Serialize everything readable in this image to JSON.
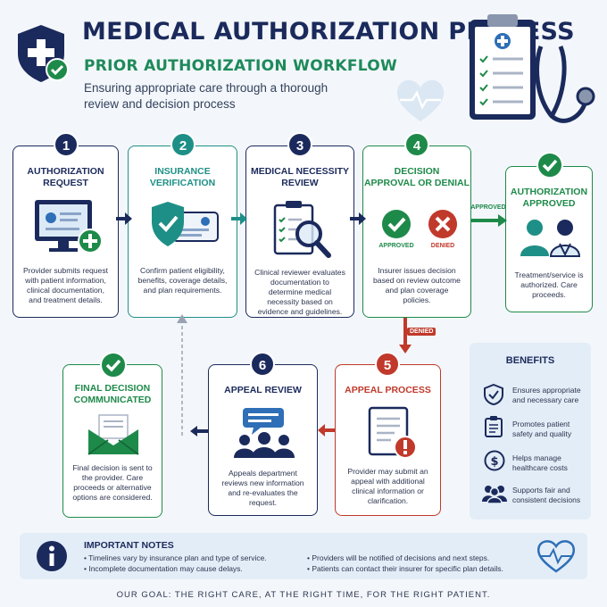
{
  "header": {
    "title": "MEDICAL AUTHORIZATION PROCESS",
    "subtitle": "PRIOR AUTHORIZATION WORKFLOW",
    "tagline": "Ensuring appropriate care through a thorough review and decision process"
  },
  "steps": [
    {
      "number": "1",
      "title": "AUTHORIZATION\nREQUEST",
      "description": "Provider submits request with patient information, clinical documentation, and treatment details."
    },
    {
      "number": "2",
      "title": "INSURANCE\nVERIFICATION",
      "description": "Confirm patient eligibility, benefits, coverage details, and plan requirements."
    },
    {
      "number": "3",
      "title": "MEDICAL NECESSITY\nREVIEW",
      "description": "Clinical reviewer evaluates documentation to determine medical necessity based on evidence and guidelines."
    },
    {
      "number": "4",
      "title": "DECISION\nAPPROVAL OR DENIAL",
      "description": "Insurer issues decision based on review outcome and plan coverage policies.",
      "approved_label": "APPROVED",
      "denied_label": "DENIED"
    },
    {
      "number": "5",
      "title": "APPEAL PROCESS",
      "description": "Provider may submit an appeal with additional clinical information or clarification."
    },
    {
      "number": "6",
      "title": "APPEAL REVIEW",
      "description": "Appeals department reviews new information and re-evaluates the request."
    }
  ],
  "approved_card": {
    "title": "AUTHORIZATION\nAPPROVED",
    "description": "Treatment/service is authorized. Care proceeds."
  },
  "final_card": {
    "title": "FINAL DECISION\nCOMMUNICATED",
    "description": "Final decision is sent to the provider. Care proceeds or alternative options are considered."
  },
  "arrows": {
    "approved": "APPROVED",
    "denied": "DENIED"
  },
  "benefits": {
    "title": "BENEFITS",
    "items": [
      "Ensures appropriate and necessary care",
      "Promotes patient safety and quality",
      "Helps manage healthcare costs",
      "Supports fair and consistent decisions"
    ]
  },
  "notes": {
    "title": "IMPORTANT NOTES",
    "items": [
      "• Timelines vary by insurance plan and type of service.",
      "• Incomplete documentation may cause delays.",
      "• Providers will be notified of decisions and next steps.",
      "• Patients can contact their insurer for specific plan details."
    ]
  },
  "goal": "OUR GOAL: THE RIGHT CARE, AT THE RIGHT TIME, FOR THE RIGHT PATIENT.",
  "colors": {
    "navy": "#1b2a5c",
    "teal": "#1e8f86",
    "green": "#1e8a4a",
    "red": "#c0392b"
  }
}
